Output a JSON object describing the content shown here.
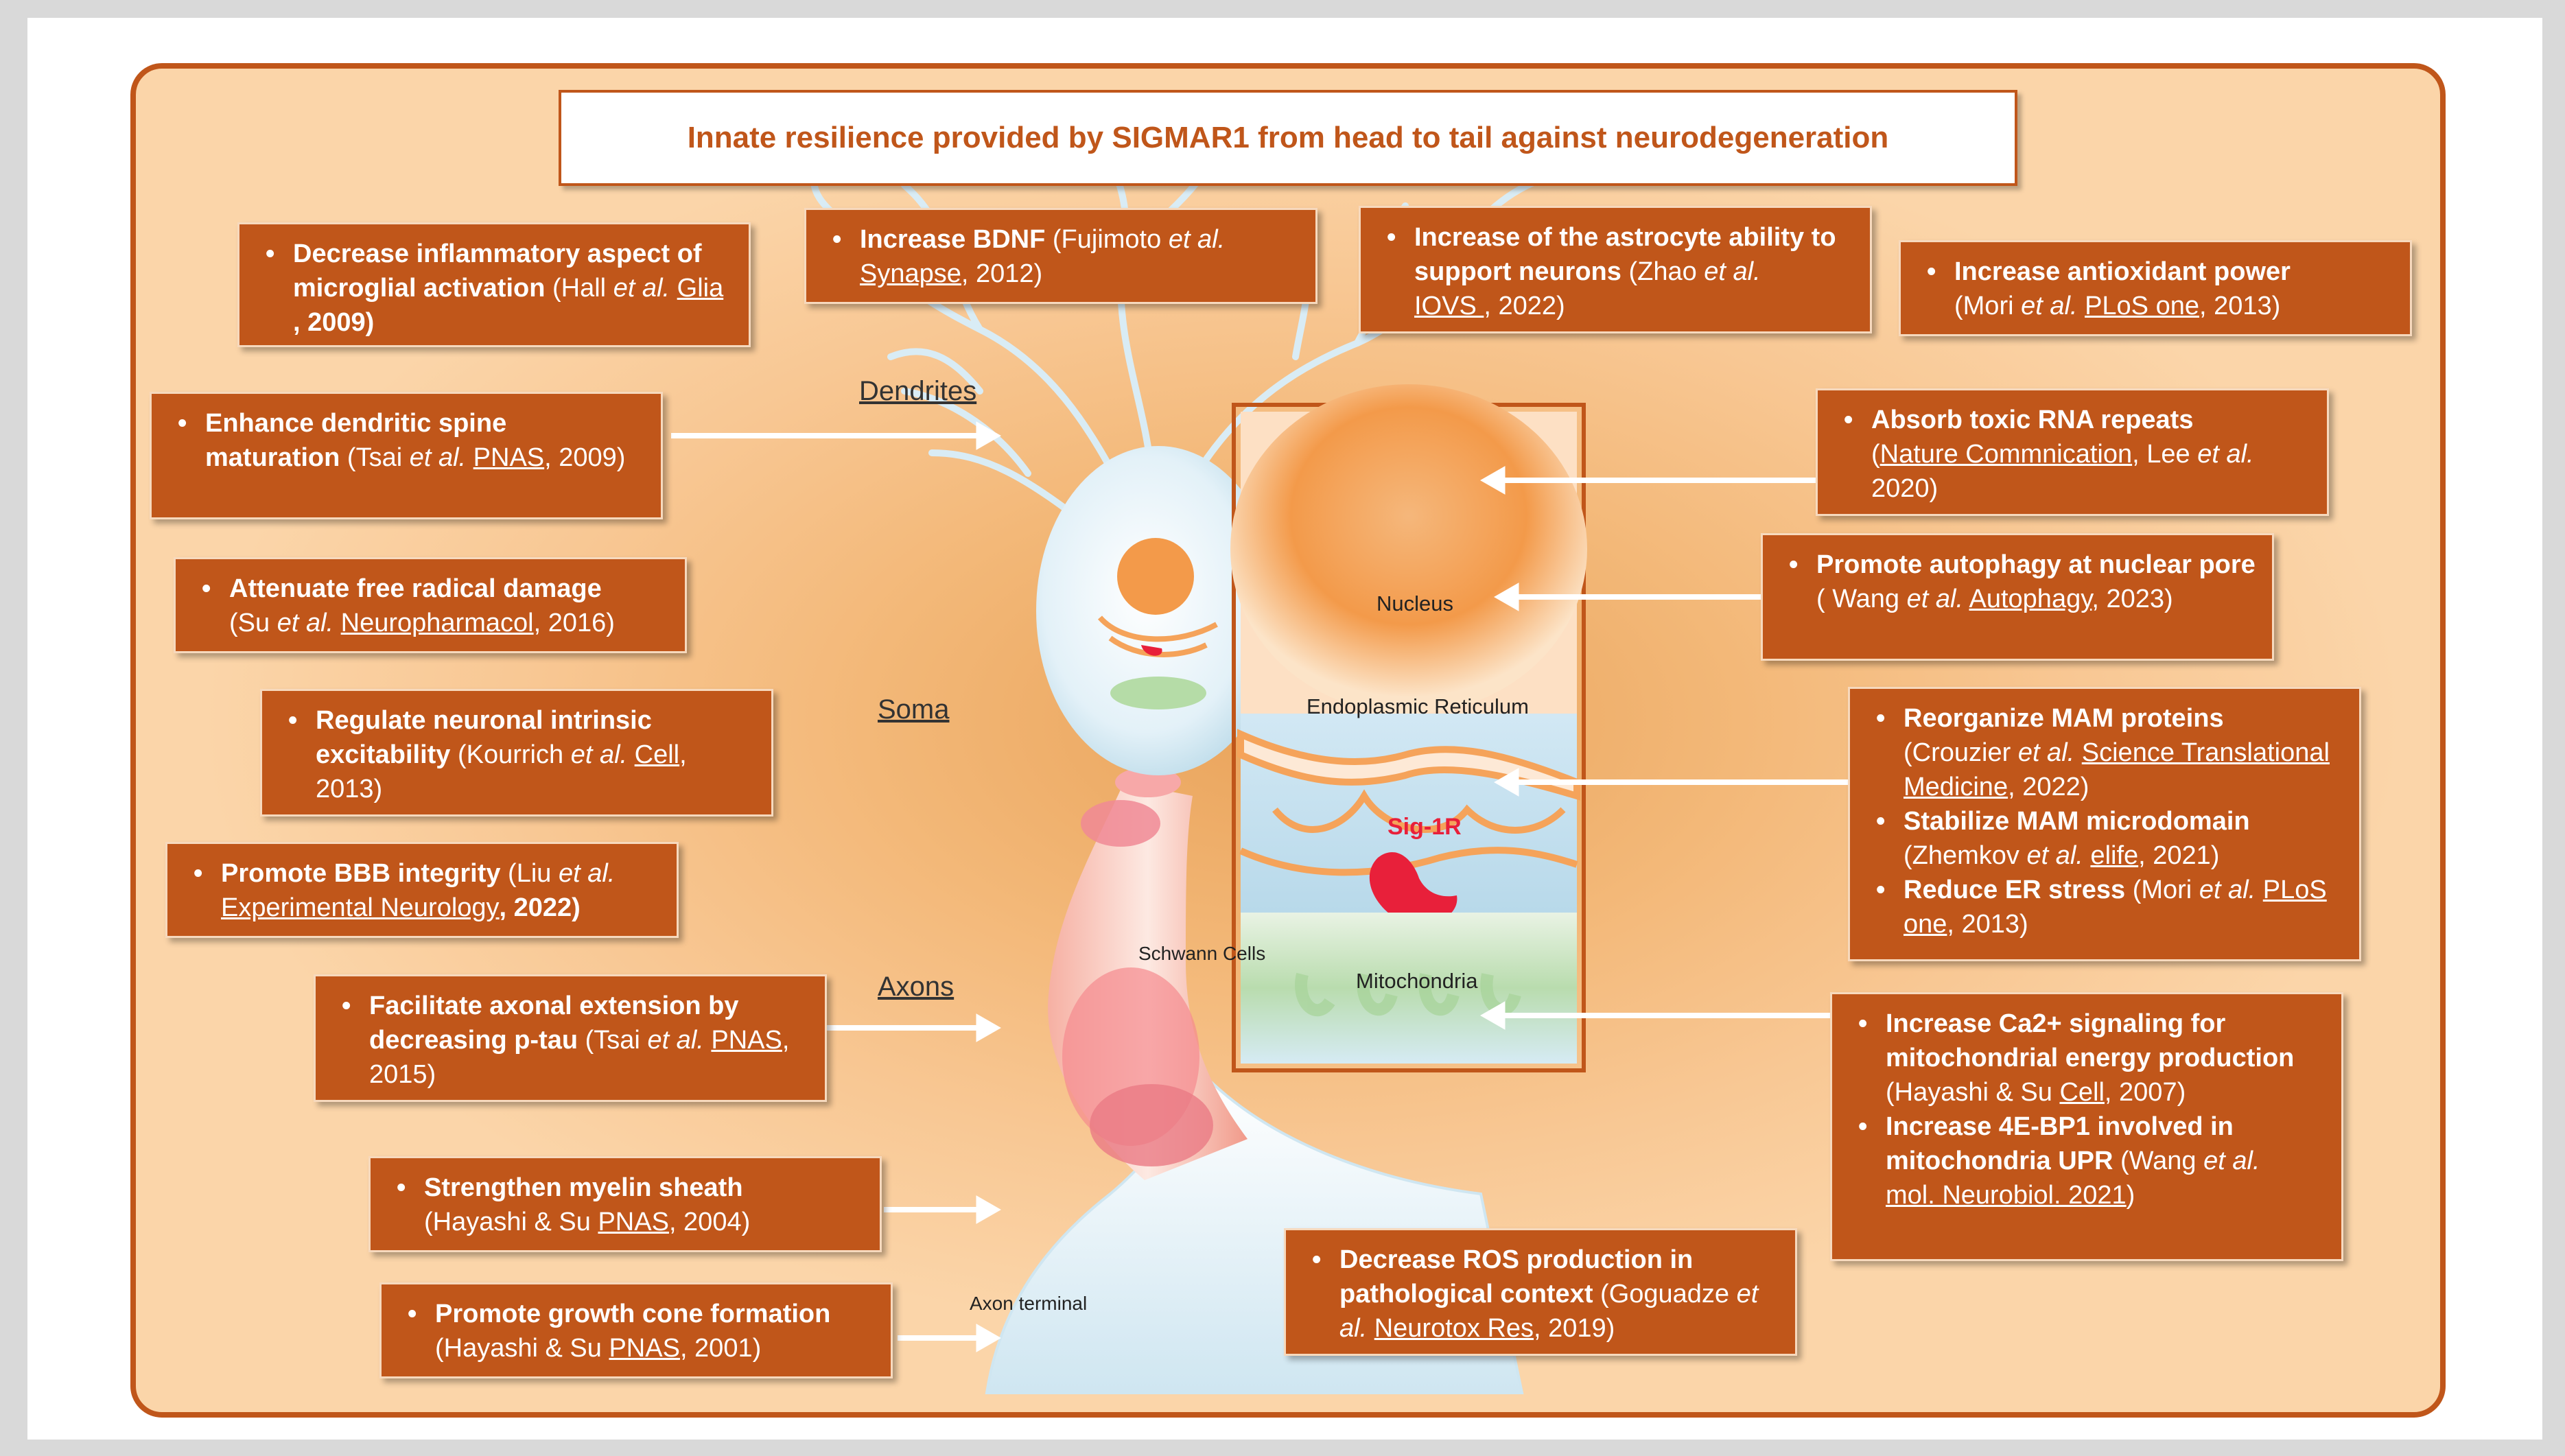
{
  "title": "Innate resilience provided by SIGMAR1 from head to tail against neurodegeneration",
  "labels": {
    "dendrites": "Dendrites",
    "soma": "Soma",
    "axons": "Axons",
    "schwann": "Schwann Cells",
    "axon_terminal": "Axon terminal",
    "nucleus": "Nucleus",
    "er": "Endoplasmic Reticulum",
    "sig1r": "Sig-1R",
    "mitochondria": "Mitochondria"
  },
  "left_boxes": [
    {
      "bold": "Decrease inflammatory aspect of microglial activation",
      "pre": " (Hall ",
      "etal": "et al.",
      "journal": "Glia ",
      "post": ", 2009)"
    },
    {
      "bold": "Enhance dendritic spine maturation",
      "pre": "  (Tsai ",
      "etal": "et al.",
      "journal": "PNAS",
      "post": ", 2009)"
    },
    {
      "bold": "Attenuate free radical damage",
      "pre": "(Su ",
      "etal": "et al.",
      "journal": "Neuropharmacol",
      "post": ", 2016)"
    },
    {
      "bold": "Regulate neuronal intrinsic excitability",
      "pre": "  (Kourrich ",
      "etal": "et al.",
      "journal": "Cell",
      "post": ", 2013)"
    },
    {
      "bold": "Promote BBB integrity",
      "pre": " (Liu ",
      "etal": "et al.",
      "journal": "Experimental Neurology",
      "post": ", 2022)"
    },
    {
      "bold": "Facilitate axonal extension by decreasing p-tau",
      "pre": " (Tsai ",
      "etal": "et al.",
      "journal": "PNAS",
      "post": ", 2015)"
    },
    {
      "bold": "Strengthen myelin sheath",
      "pre": "(Hayashi & Su ",
      "etal": "",
      "journal": "PNAS",
      "post": ", 2004)"
    },
    {
      "bold": "Promote growth cone formation",
      "pre": "(Hayashi & Su ",
      "etal": "",
      "journal": "PNAS",
      "post": ", 2001)"
    }
  ],
  "top_boxes": [
    {
      "bold": "Increase BDNF",
      "pre": " (Fujimoto ",
      "etal": "et al.",
      "journal": "Synapse",
      "post": ", 2012)"
    },
    {
      "bold": "Increase of the astrocyte ability to support neurons",
      "pre": " (Zhao ",
      "etal": "et al.",
      "journal": "IOVS ",
      "post": ", 2022)"
    },
    {
      "bold": "Increase antioxidant power",
      "pre": "(Mori ",
      "etal": "et al.",
      "journal": "PLoS one",
      "post": ", 2013)"
    }
  ],
  "right_boxes": [
    {
      "bold": "Absorb toxic RNA repeats",
      "pre": "(",
      "journal": "Nature Commnication",
      "mid": ", Lee ",
      "etal": "et al.",
      "post": " 2020)"
    },
    {
      "bold": "Promote autophagy at nuclear pore",
      "pre": " ( Wang ",
      "etal": "et al.",
      "journal": "Autophagy",
      "post": ", 2023)"
    },
    {
      "bold": "Reorganize MAM proteins",
      "pre": "(Crouzier ",
      "etal": "et al.",
      "journal": "Science Translational Medicine",
      "post": ", 2022)"
    },
    {
      "bold": "Stabilize MAM microdomain",
      "pre": "(Zhemkov ",
      "etal": "et al.",
      "journal": "elife",
      "post": ", 2021)"
    },
    {
      "bold": "Reduce ER stress",
      "pre": " (Mori ",
      "etal": "et al.",
      "journal": "PLoS one",
      "post": ", 2013)"
    },
    {
      "bold": "Increase Ca2+ signaling for mitochondrial energy production",
      "pre": " (Hayashi & Su ",
      "etal": "",
      "journal": "Cell",
      "post": ", 2007)"
    },
    {
      "bold": "Increase 4E-BP1 involved in mitochondria UPR",
      "pre": " (Wang ",
      "etal": "et al.",
      "journal": "mol. Neurobiol. 2021",
      "post": ")"
    },
    {
      "bold": "Decrease ROS production in pathological context",
      "pre": " (Goguadze ",
      "etal": "et al.",
      "journal": "Neurotox Res",
      "post": ", 2019)"
    }
  ],
  "colors": {
    "box": "#c0561a",
    "border": "#c0561a",
    "sig1r": "#e8203a"
  }
}
